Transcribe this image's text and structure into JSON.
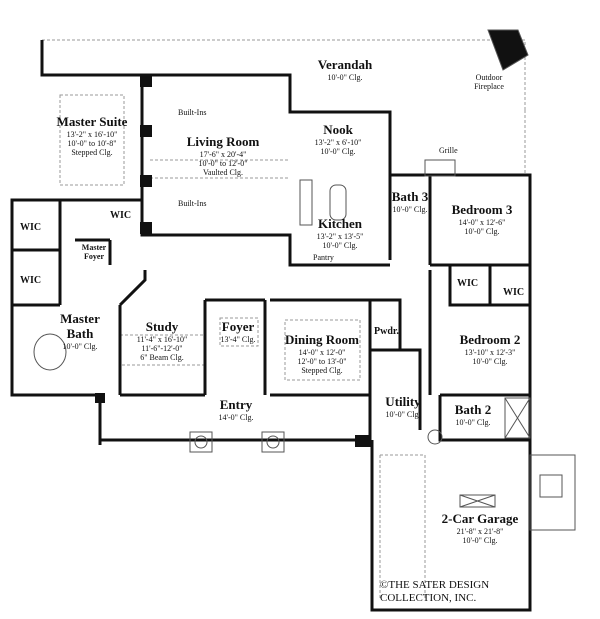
{
  "rooms": {
    "verandah": {
      "name": "Verandah",
      "ceiling": "10'-0\" Clg."
    },
    "master_suite": {
      "name": "Master Suite",
      "size": "13'-2\" x 16'-10\"",
      "ceiling": "10'-0\" to 10'-8\"",
      "ceiling_type": "Stepped Clg."
    },
    "living_room": {
      "name": "Living Room",
      "size": "17'-6\" x 20'-4\"",
      "ceiling": "10'-0\" to 12'-0\"",
      "ceiling_type": "Vaulted Clg."
    },
    "nook": {
      "name": "Nook",
      "size": "13'-2\" x 6'-10\"",
      "ceiling": "10'-0\" Clg."
    },
    "kitchen": {
      "name": "Kitchen",
      "size": "13'-2\" x 13'-5\"",
      "ceiling": "10'-0\" Clg."
    },
    "bath3": {
      "name": "Bath 3",
      "ceiling": "10'-0\" Clg."
    },
    "bedroom3": {
      "name": "Bedroom 3",
      "size": "14'-0\" x 12'-6\"",
      "ceiling": "10'-0\" Clg."
    },
    "master_bath": {
      "name": "Master Bath",
      "ceiling": "10'-0\" Clg."
    },
    "study": {
      "name": "Study",
      "size": "11'-4\" x 16'-10\"",
      "ceiling": "11'-6\"-12'-0\"",
      "ceiling_type": "6\" Beam Clg."
    },
    "foyer": {
      "name": "Foyer",
      "ceiling": "13'-4\" Clg."
    },
    "dining_room": {
      "name": "Dining Room",
      "size": "14'-0\" x 12'-0\"",
      "ceiling": "12'-0\" to 13'-0\"",
      "ceiling_type": "Stepped Clg."
    },
    "pwdr": {
      "name": "Pwdr."
    },
    "utility": {
      "name": "Utility",
      "ceiling": "10'-0\" Clg."
    },
    "bedroom2": {
      "name": "Bedroom 2",
      "size": "13'-10\" x 12'-3\"",
      "ceiling": "10'-0\" Clg."
    },
    "bath2": {
      "name": "Bath 2",
      "ceiling": "10'-0\" Clg."
    },
    "entry": {
      "name": "Entry",
      "ceiling": "14'-0\" Clg."
    },
    "garage": {
      "name": "2-Car Garage",
      "size": "21'-8\" x 21'-8\"",
      "ceiling": "10'-0\" Clg."
    }
  },
  "labels": {
    "wic": "WIC",
    "master_foyer": "Master Foyer",
    "built_ins": "Built-Ins",
    "pantry": "Pantry",
    "grille": "Grille",
    "outdoor_fireplace": "Outdoor Fireplace"
  },
  "copyright": {
    "line1": "©THE SATER DESIGN",
    "line2": "COLLECTION, INC."
  },
  "colors": {
    "wall": "#111111",
    "line": "#888888"
  }
}
